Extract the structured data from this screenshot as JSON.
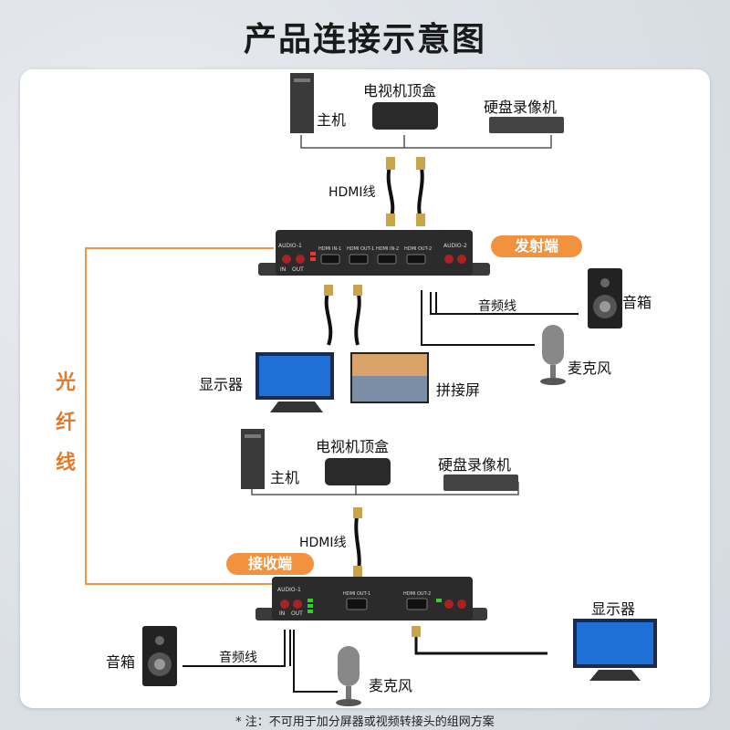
{
  "title": "产品连接示意图",
  "colors": {
    "accent": "#f2913e",
    "fiber": "#e07a2c",
    "device": "#2b2b2b"
  },
  "fiber_label": "光纤线",
  "transmitter": {
    "tag": "发射端",
    "sources": {
      "pc": "主机",
      "tv_box": "电视机顶盒",
      "nvr": "硬盘录像机"
    },
    "cable": "HDMI线",
    "device_labels": {
      "audio_left": "AUDIO-1",
      "in": "IN",
      "out": "OUT",
      "port1": "HDMI IN-1",
      "port2": "HDMI OUT-1",
      "port3": "HDMI IN-2",
      "port4": "HDMI OUT-2",
      "audio_right": "AUDIO-2"
    },
    "outputs": {
      "monitor": "显示器",
      "video_wall": "拼接屏",
      "speaker": "音箱",
      "audio_cable": "音频线",
      "mic": "麦克风"
    }
  },
  "receiver": {
    "tag": "接收端",
    "sources": {
      "pc": "主机",
      "tv_box": "电视机顶盒",
      "nvr": "硬盘录像机"
    },
    "cable": "HDMI线",
    "device_labels": {
      "audio_left": "AUDIO-1",
      "in": "IN",
      "out": "OUT",
      "port1": "HDMI OUT-1",
      "port2": "HDMI OUT-2"
    },
    "outputs": {
      "monitor": "显示器",
      "speaker": "音箱",
      "audio_cable": "音频线",
      "mic": "麦克风"
    }
  },
  "footnote": "* 注：不可用于加分屏器或视频转接头的组网方案"
}
